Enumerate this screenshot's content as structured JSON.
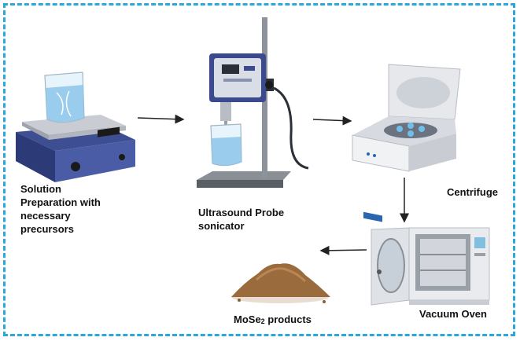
{
  "steps": {
    "solution": {
      "line1": "Solution",
      "line2": "Preparation with",
      "line3": "necessary",
      "line4": "precursors"
    },
    "ultrasound": {
      "line1": "Ultrasound Probe",
      "line2": "sonicator"
    },
    "centrifuge": {
      "label": "Centrifuge"
    },
    "oven": {
      "label": "Vacuum Oven"
    },
    "product": {
      "prefix": "MoSe",
      "subscript": "2",
      "suffix": " products"
    }
  },
  "colors": {
    "frame": "#2aa7dc",
    "arrow": "#222222",
    "device": "#3a4a8c",
    "powder": "#9a6b3c"
  }
}
